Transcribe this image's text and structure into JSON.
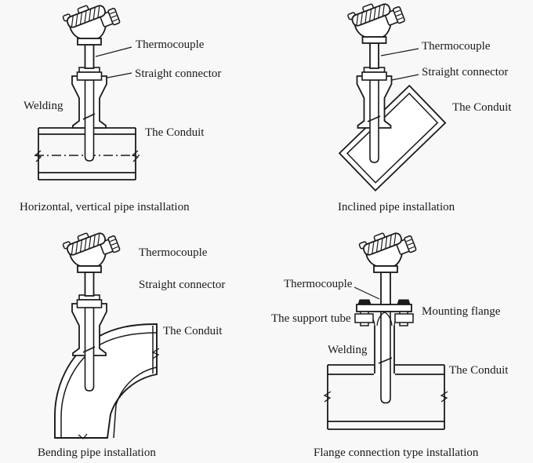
{
  "page": {
    "title": "Thermocouple installation methods diagram",
    "ink_color": "#1a1a1a",
    "background_color": "#f8f8f8"
  },
  "panels": [
    {
      "id": "horizontal-vertical-pipe",
      "caption": "Horizontal, vertical pipe installation",
      "labels": {
        "thermocouple": "Thermocouple",
        "straight_connector": "Straight connector",
        "welding": "Welding",
        "conduit": "The Conduit"
      }
    },
    {
      "id": "inclined-pipe",
      "caption": "Inclined pipe installation",
      "labels": {
        "thermocouple": "Thermocouple",
        "straight_connector": "Straight connector",
        "conduit": "The Conduit"
      }
    },
    {
      "id": "bending-pipe",
      "caption": "Bending pipe installation",
      "labels": {
        "thermocouple": "Thermocouple",
        "straight_connector": "Straight connector",
        "conduit": "The Conduit"
      }
    },
    {
      "id": "flange-connection",
      "caption": "Flange connection type installation",
      "labels": {
        "thermocouple": "Thermocouple",
        "mounting_flange": "Mounting flange",
        "support_tube": "The support tube",
        "welding": "Welding",
        "conduit": "The Conduit"
      }
    }
  ]
}
